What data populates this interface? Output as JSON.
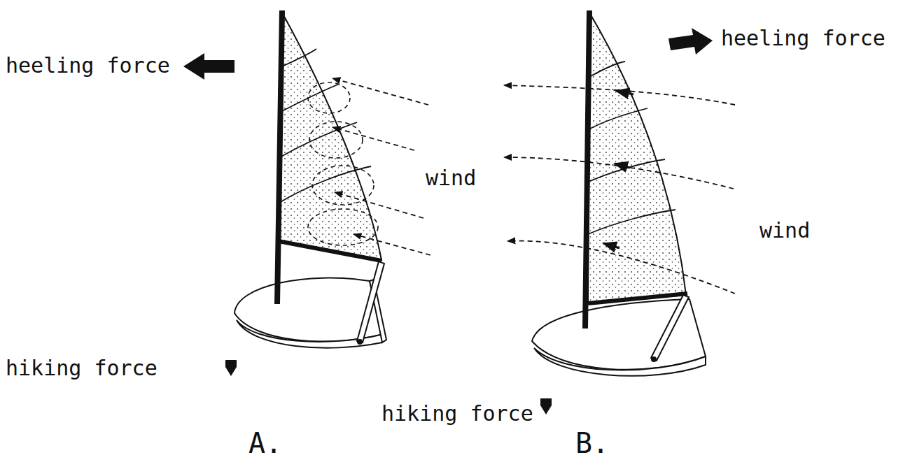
{
  "diagram": {
    "labels": [
      "heeling force",
      "wind",
      "hiking force",
      "A.",
      "heeling force",
      "wind",
      "hiking force",
      "B."
    ]
  }
}
